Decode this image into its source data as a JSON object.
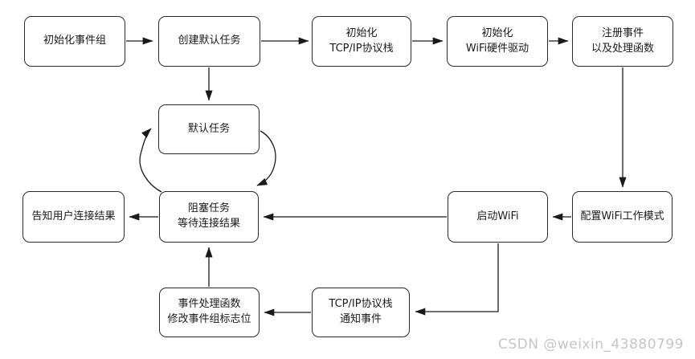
{
  "diagram": {
    "type": "flowchart",
    "nodes": [
      {
        "id": "init-event-group",
        "lines": [
          "初始化事件组"
        ]
      },
      {
        "id": "create-default-task",
        "lines": [
          "创建默认任务"
        ]
      },
      {
        "id": "init-tcpip-stack",
        "lines": [
          "初始化",
          "TCP/IP协议栈"
        ]
      },
      {
        "id": "init-wifi-driver",
        "lines": [
          "初始化",
          "WiFi硬件驱动"
        ]
      },
      {
        "id": "register-event-handlers",
        "lines": [
          "注册事件",
          "以及处理函数"
        ]
      },
      {
        "id": "default-task",
        "lines": [
          "默认任务"
        ]
      },
      {
        "id": "notify-user-result",
        "lines": [
          "告知用户连接结果"
        ]
      },
      {
        "id": "block-task-wait",
        "lines": [
          "阻塞任务",
          "等待连接结果"
        ]
      },
      {
        "id": "start-wifi",
        "lines": [
          "启动WiFi"
        ]
      },
      {
        "id": "config-wifi-mode",
        "lines": [
          "配置WiFi工作模式"
        ]
      },
      {
        "id": "event-handler-set-flags",
        "lines": [
          "事件处理函数",
          "修改事件组标志位"
        ]
      },
      {
        "id": "tcpip-notify-event",
        "lines": [
          "TCP/IP协议栈",
          "通知事件"
        ]
      }
    ],
    "edges": [
      {
        "from": "init-event-group",
        "to": "create-default-task",
        "style": "straight"
      },
      {
        "from": "create-default-task",
        "to": "init-tcpip-stack",
        "style": "straight"
      },
      {
        "from": "init-tcpip-stack",
        "to": "init-wifi-driver",
        "style": "straight"
      },
      {
        "from": "init-wifi-driver",
        "to": "register-event-handlers",
        "style": "straight"
      },
      {
        "from": "create-default-task",
        "to": "default-task",
        "style": "straight"
      },
      {
        "from": "register-event-handlers",
        "to": "config-wifi-mode",
        "style": "straight"
      },
      {
        "from": "config-wifi-mode",
        "to": "start-wifi",
        "style": "straight"
      },
      {
        "from": "start-wifi",
        "to": "block-task-wait",
        "style": "straight"
      },
      {
        "from": "start-wifi",
        "to": "tcpip-notify-event",
        "style": "elbow"
      },
      {
        "from": "tcpip-notify-event",
        "to": "event-handler-set-flags",
        "style": "straight"
      },
      {
        "from": "event-handler-set-flags",
        "to": "block-task-wait",
        "style": "straight"
      },
      {
        "from": "block-task-wait",
        "to": "notify-user-result",
        "style": "straight"
      },
      {
        "from": "block-task-wait",
        "to": "default-task",
        "style": "curved-loop"
      },
      {
        "from": "default-task",
        "to": "block-task-wait",
        "style": "curved-loop"
      }
    ]
  },
  "watermark": {
    "text": "CSDN @weixin_43880799"
  },
  "colors": {
    "background": "#ffffff",
    "node_fill": "#ffffff",
    "node_border": "#2b2b2b",
    "arrow": "#1a1a1a",
    "text": "#1a1a1a",
    "watermark": "#c5c5c5"
  }
}
